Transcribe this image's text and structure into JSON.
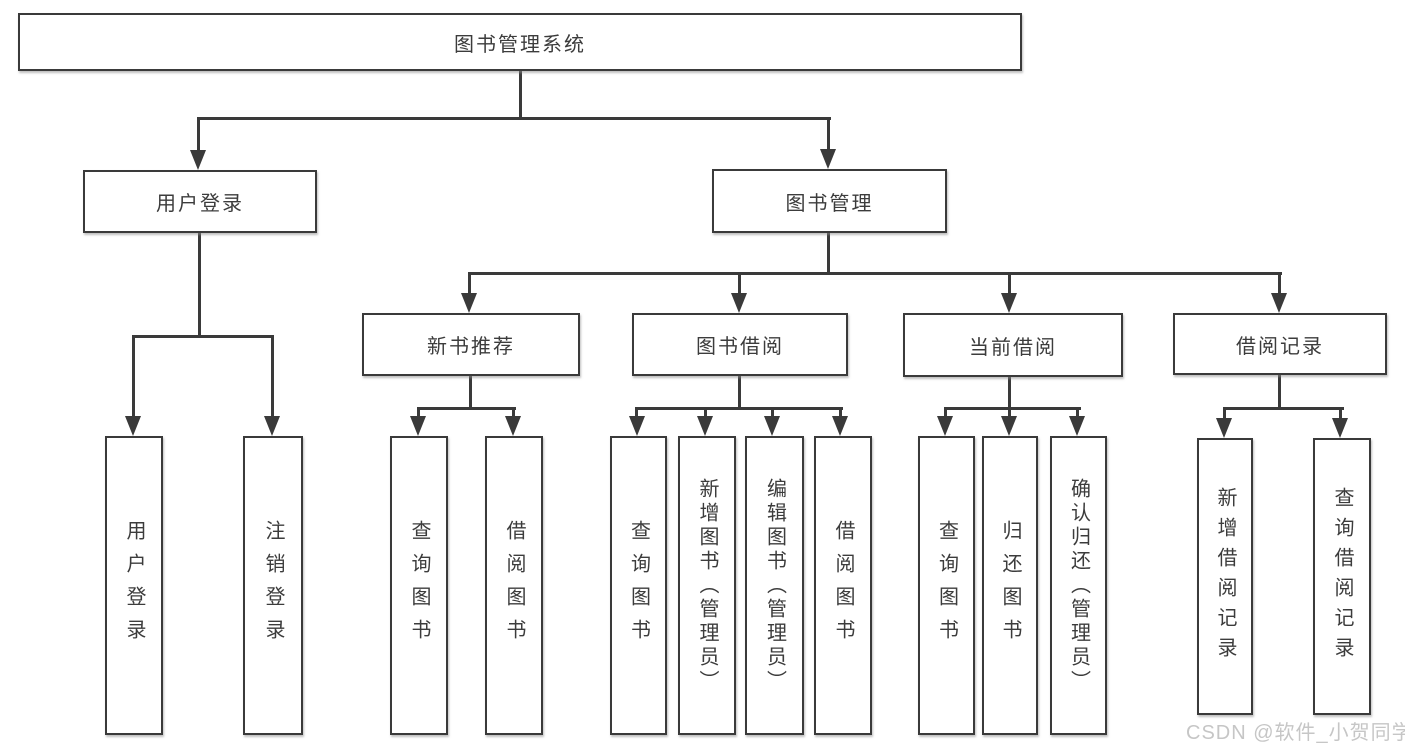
{
  "diagram": {
    "title_node": {
      "label": "图书管理系统"
    },
    "level2": {
      "user_login": {
        "label": "用户登录"
      },
      "book_management": {
        "label": "图书管理"
      }
    },
    "level3": {
      "new_book_recommend": {
        "label": "新书推荐",
        "parent": "图书管理"
      },
      "book_borrowing": {
        "label": "图书借阅",
        "parent": "图书管理"
      },
      "current_borrowing": {
        "label": "当前借阅",
        "parent": "图书管理"
      },
      "borrowing_records": {
        "label": "借阅记录",
        "parent": "图书管理"
      }
    },
    "leaves": [
      {
        "label": "用户登录",
        "parent": "用户登录"
      },
      {
        "label": "注销登录",
        "parent": "用户登录"
      },
      {
        "label": "查询图书",
        "parent": "新书推荐"
      },
      {
        "label": "借阅图书",
        "parent": "新书推荐"
      },
      {
        "label": "查询图书",
        "parent": "图书借阅"
      },
      {
        "label": "新增图书（管理员）",
        "parent": "图书借阅"
      },
      {
        "label": "编辑图书（管理员）",
        "parent": "图书借阅"
      },
      {
        "label": "借阅图书",
        "parent": "图书借阅"
      },
      {
        "label": "查询图书",
        "parent": "当前借阅"
      },
      {
        "label": "归还图书",
        "parent": "当前借阅"
      },
      {
        "label": "确认归还（管理员）",
        "parent": "当前借阅"
      },
      {
        "label": "新增借阅记录",
        "parent": "借阅记录"
      },
      {
        "label": "查询借阅记录",
        "parent": "借阅记录"
      }
    ]
  },
  "watermark": {
    "text": "CSDN @软件_小贺同学"
  },
  "colors": {
    "line": "#3a3a3a",
    "text": "#3c3c3c",
    "watermark": "#c6c6c6",
    "background": "#ffffff"
  }
}
